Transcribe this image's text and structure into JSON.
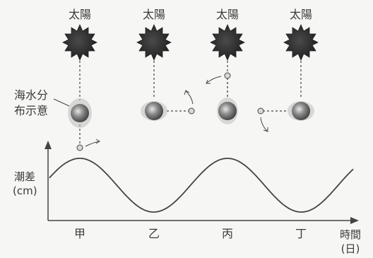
{
  "diagram": {
    "sun_label": "太陽",
    "tide_note": [
      "海水分",
      "布示意"
    ],
    "y_axis": {
      "label": "潮差",
      "unit": "(cm)"
    },
    "x_axis": {
      "label": "時間",
      "unit": "(日)"
    },
    "phases": [
      "甲",
      "乙",
      "丙",
      "丁"
    ],
    "colors": {
      "ink": "#3a3a3a",
      "sun": "#2c2c2c",
      "earth": "#555555"
    }
  }
}
